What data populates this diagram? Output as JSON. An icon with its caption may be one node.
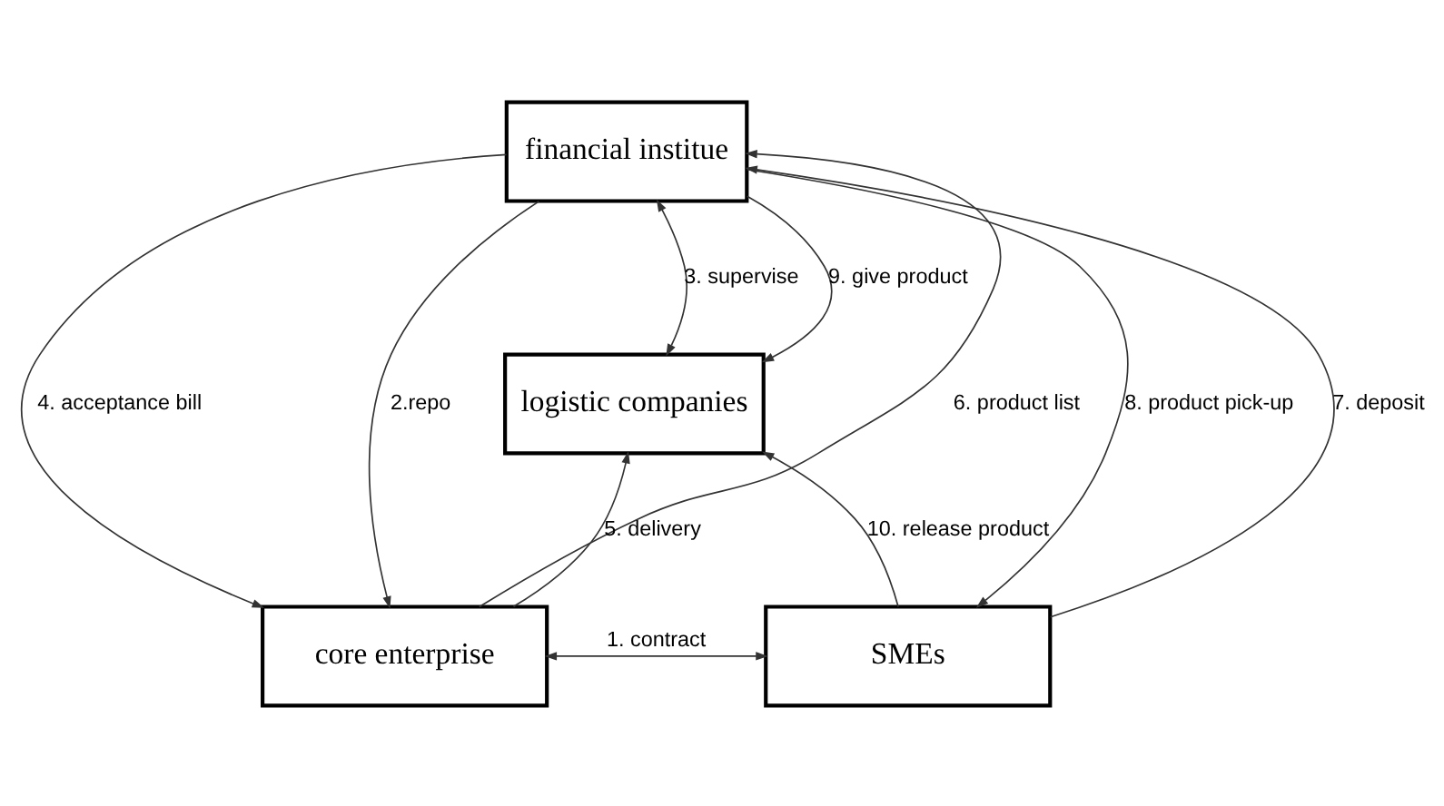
{
  "diagram": {
    "nodes": [
      {
        "text": [
          "financial institue"
        ]
      },
      {
        "text": [
          "logistic companies"
        ]
      },
      {
        "text": [
          "core enterprise"
        ]
      },
      {
        "text": [
          "SMEs"
        ]
      }
    ],
    "edges": [
      {
        "from": 0,
        "to": 2,
        "arrow": "to",
        "label": "4. acceptance bill"
      },
      {
        "from": 2,
        "to": 0,
        "arrow": "to",
        "label": "6. product list"
      },
      {
        "from": 0,
        "to": 2,
        "arrow": "to",
        "label": "2.repo"
      },
      {
        "from": 0,
        "to": 1,
        "arrow": "both",
        "label": "3. supervise"
      },
      {
        "from": 0,
        "to": 1,
        "arrow": "to",
        "label": "9. give product"
      },
      {
        "from": 0,
        "to": 3,
        "arrow": "to",
        "label": "8. product pick-up"
      },
      {
        "from": 3,
        "to": 0,
        "arrow": "to",
        "label": "7. deposit"
      },
      {
        "from": 2,
        "to": 1,
        "arrow": "to",
        "label": "5. delivery"
      },
      {
        "from": 3,
        "to": 1,
        "arrow": "to",
        "label": "10. release product"
      },
      {
        "from": 2,
        "to": 3,
        "arrow": "both",
        "label": "1. contract"
      }
    ]
  }
}
